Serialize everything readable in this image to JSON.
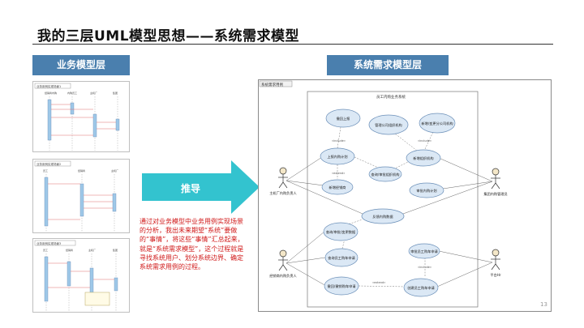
{
  "slide": {
    "title": "我的三层UML模型思想——系统需求模型",
    "left_tag": "业务模型层",
    "right_tag": "系统需求模型层",
    "arrow_label": "推导",
    "description": "通过对业务模型中业务用例实现场景的分析，我出未来期望“系统”要做的“事情”，将这些“事情”汇总起来，就是“系统需求模型”，这个过程就是寻找系统用户、划分系统边界、确定系统需求用例的过程。",
    "page_number": "13"
  },
  "colors": {
    "tag_bg": "#4a7fae",
    "arrow": "#33c3cf",
    "desc_text": "#d01818",
    "usecase_fill": "#dbe8f5",
    "usecase_stroke": "#6b8fb8",
    "title_rule": "#333333"
  },
  "use_case_diagram": {
    "frame_label": "系统需求用例",
    "boundary_label": "员工内购业务系统",
    "actors": [
      {
        "id": "actor-a",
        "label": "主机厂内购负责人"
      },
      {
        "id": "actor-b",
        "label": "经销商内购负责人"
      },
      {
        "id": "actor-c",
        "label": "集团内购管理员"
      },
      {
        "id": "actor-d",
        "label": "平台Hr"
      }
    ],
    "use_cases": [
      {
        "id": "uc1",
        "label": "撤回上报"
      },
      {
        "id": "uc2",
        "label": "管理公司组织机构"
      },
      {
        "id": "uc3",
        "label": "新增/变更分公司机构"
      },
      {
        "id": "uc4",
        "label": "上报内购计划"
      },
      {
        "id": "uc5",
        "label": "查询/审批组织机构"
      },
      {
        "id": "uc6",
        "label": "新增组织机构"
      },
      {
        "id": "uc7",
        "label": "新增经销商"
      },
      {
        "id": "uc8",
        "label": "审批内购计划"
      },
      {
        "id": "uc9",
        "label": "反馈内购数据"
      },
      {
        "id": "uc10",
        "label": "查询/审批/变更数据"
      },
      {
        "id": "uc11",
        "label": "审批员工购车申请"
      },
      {
        "id": "uc12",
        "label": "查询员工购车申请"
      },
      {
        "id": "uc13",
        "label": "撤回/撤销购车申请"
      },
      {
        "id": "uc14",
        "label": "创建员工购车申请"
      }
    ],
    "relation_labels": {
      "include": "«include»",
      "extend": "«extend»"
    }
  },
  "sequence_thumbnails": [
    {
      "title": "业务用例实现场景1",
      "lifelines": [
        "经销商内购",
        "内购员工",
        "主机厂",
        "集团"
      ]
    },
    {
      "title": "业务用例实现场景2",
      "lifelines": [
        "员工",
        "经销商",
        "主机厂"
      ]
    },
    {
      "title": "业务用例实现场景3",
      "lifelines": [
        "员工",
        "经销商",
        "主机厂",
        "集团"
      ]
    }
  ]
}
